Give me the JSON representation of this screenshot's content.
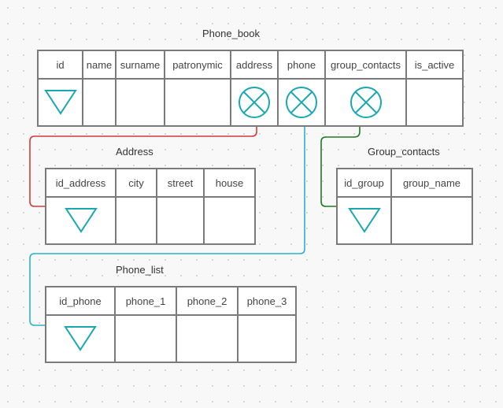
{
  "tables": {
    "phone_book": {
      "title": "Phone_book",
      "columns": [
        "id",
        "name",
        "surname",
        "patronymic",
        "address",
        "phone",
        "group_contacts",
        "is_active"
      ]
    },
    "address": {
      "title": "Address",
      "columns": [
        "id_address",
        "city",
        "street",
        "house"
      ]
    },
    "group_contacts": {
      "title": "Group_contacts",
      "columns": [
        "id_group",
        "group_name"
      ]
    },
    "phone_list": {
      "title": "Phone_list",
      "columns": [
        "id_phone",
        "phone_1",
        "phone_2",
        "phone_3"
      ]
    }
  },
  "markers": {
    "key": "triangle-down-icon",
    "foreign": "circle-cross-icon"
  },
  "colors": {
    "marker": "#1aa8b0",
    "link_address": "#d43a3a",
    "link_phone": "#2ab3c8",
    "link_group": "#1e7a1e",
    "border": "#7a7a7a"
  }
}
